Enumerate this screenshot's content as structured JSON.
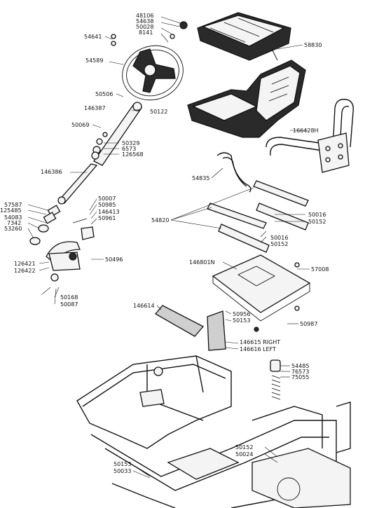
{
  "labels": [
    {
      "id": "l-48106",
      "text": "48106"
    },
    {
      "id": "l-54638",
      "text": "54638"
    },
    {
      "id": "l-50028",
      "text": "50028"
    },
    {
      "id": "l-8141",
      "text": "8141"
    },
    {
      "id": "l-54641",
      "text": "54641"
    },
    {
      "id": "l-58830",
      "text": "58830"
    },
    {
      "id": "l-54589",
      "text": "54589"
    },
    {
      "id": "l-50506",
      "text": "50506"
    },
    {
      "id": "l-146387",
      "text": "146387"
    },
    {
      "id": "l-50122",
      "text": "50122"
    },
    {
      "id": "l-50069",
      "text": "50069"
    },
    {
      "id": "l-166428H",
      "text": "166428H"
    },
    {
      "id": "l-50329",
      "text": "50329"
    },
    {
      "id": "l-6573",
      "text": "6573"
    },
    {
      "id": "l-126568",
      "text": "126568"
    },
    {
      "id": "l-146386",
      "text": "146386"
    },
    {
      "id": "l-54835",
      "text": "54835"
    },
    {
      "id": "l-57587",
      "text": "57587"
    },
    {
      "id": "l-125485",
      "text": "125485"
    },
    {
      "id": "l-54083",
      "text": "54083"
    },
    {
      "id": "l-7342",
      "text": "7342"
    },
    {
      "id": "l-53260",
      "text": "53260"
    },
    {
      "id": "l-50007",
      "text": "50007"
    },
    {
      "id": "l-50985",
      "text": "50985"
    },
    {
      "id": "l-146413",
      "text": "146413"
    },
    {
      "id": "l-50961",
      "text": "50961"
    },
    {
      "id": "l-54820",
      "text": "54820"
    },
    {
      "id": "l-50016a",
      "text": "50016"
    },
    {
      "id": "l-50152a",
      "text": "50152"
    },
    {
      "id": "l-50016b",
      "text": "50016"
    },
    {
      "id": "l-50152b",
      "text": "50152"
    },
    {
      "id": "l-126421",
      "text": "126421"
    },
    {
      "id": "l-126422",
      "text": "126422"
    },
    {
      "id": "l-50496",
      "text": "50496"
    },
    {
      "id": "l-146801N",
      "text": "146801N"
    },
    {
      "id": "l-57008",
      "text": "57008"
    },
    {
      "id": "l-50168",
      "text": "50168"
    },
    {
      "id": "l-50087",
      "text": "50087"
    },
    {
      "id": "l-146614",
      "text": "146614"
    },
    {
      "id": "l-50956",
      "text": "50956"
    },
    {
      "id": "l-50153a",
      "text": "50153"
    },
    {
      "id": "l-50987",
      "text": "50987"
    },
    {
      "id": "l-146615",
      "text": "146615 RIGHT"
    },
    {
      "id": "l-146616",
      "text": "146616 LEFT"
    },
    {
      "id": "l-54485",
      "text": "54485"
    },
    {
      "id": "l-76573",
      "text": "76573"
    },
    {
      "id": "l-75055",
      "text": "75055"
    },
    {
      "id": "l-50152c",
      "text": "50152"
    },
    {
      "id": "l-50024",
      "text": "50024"
    },
    {
      "id": "l-50153b",
      "text": "50153"
    },
    {
      "id": "l-50033",
      "text": "50033"
    }
  ]
}
